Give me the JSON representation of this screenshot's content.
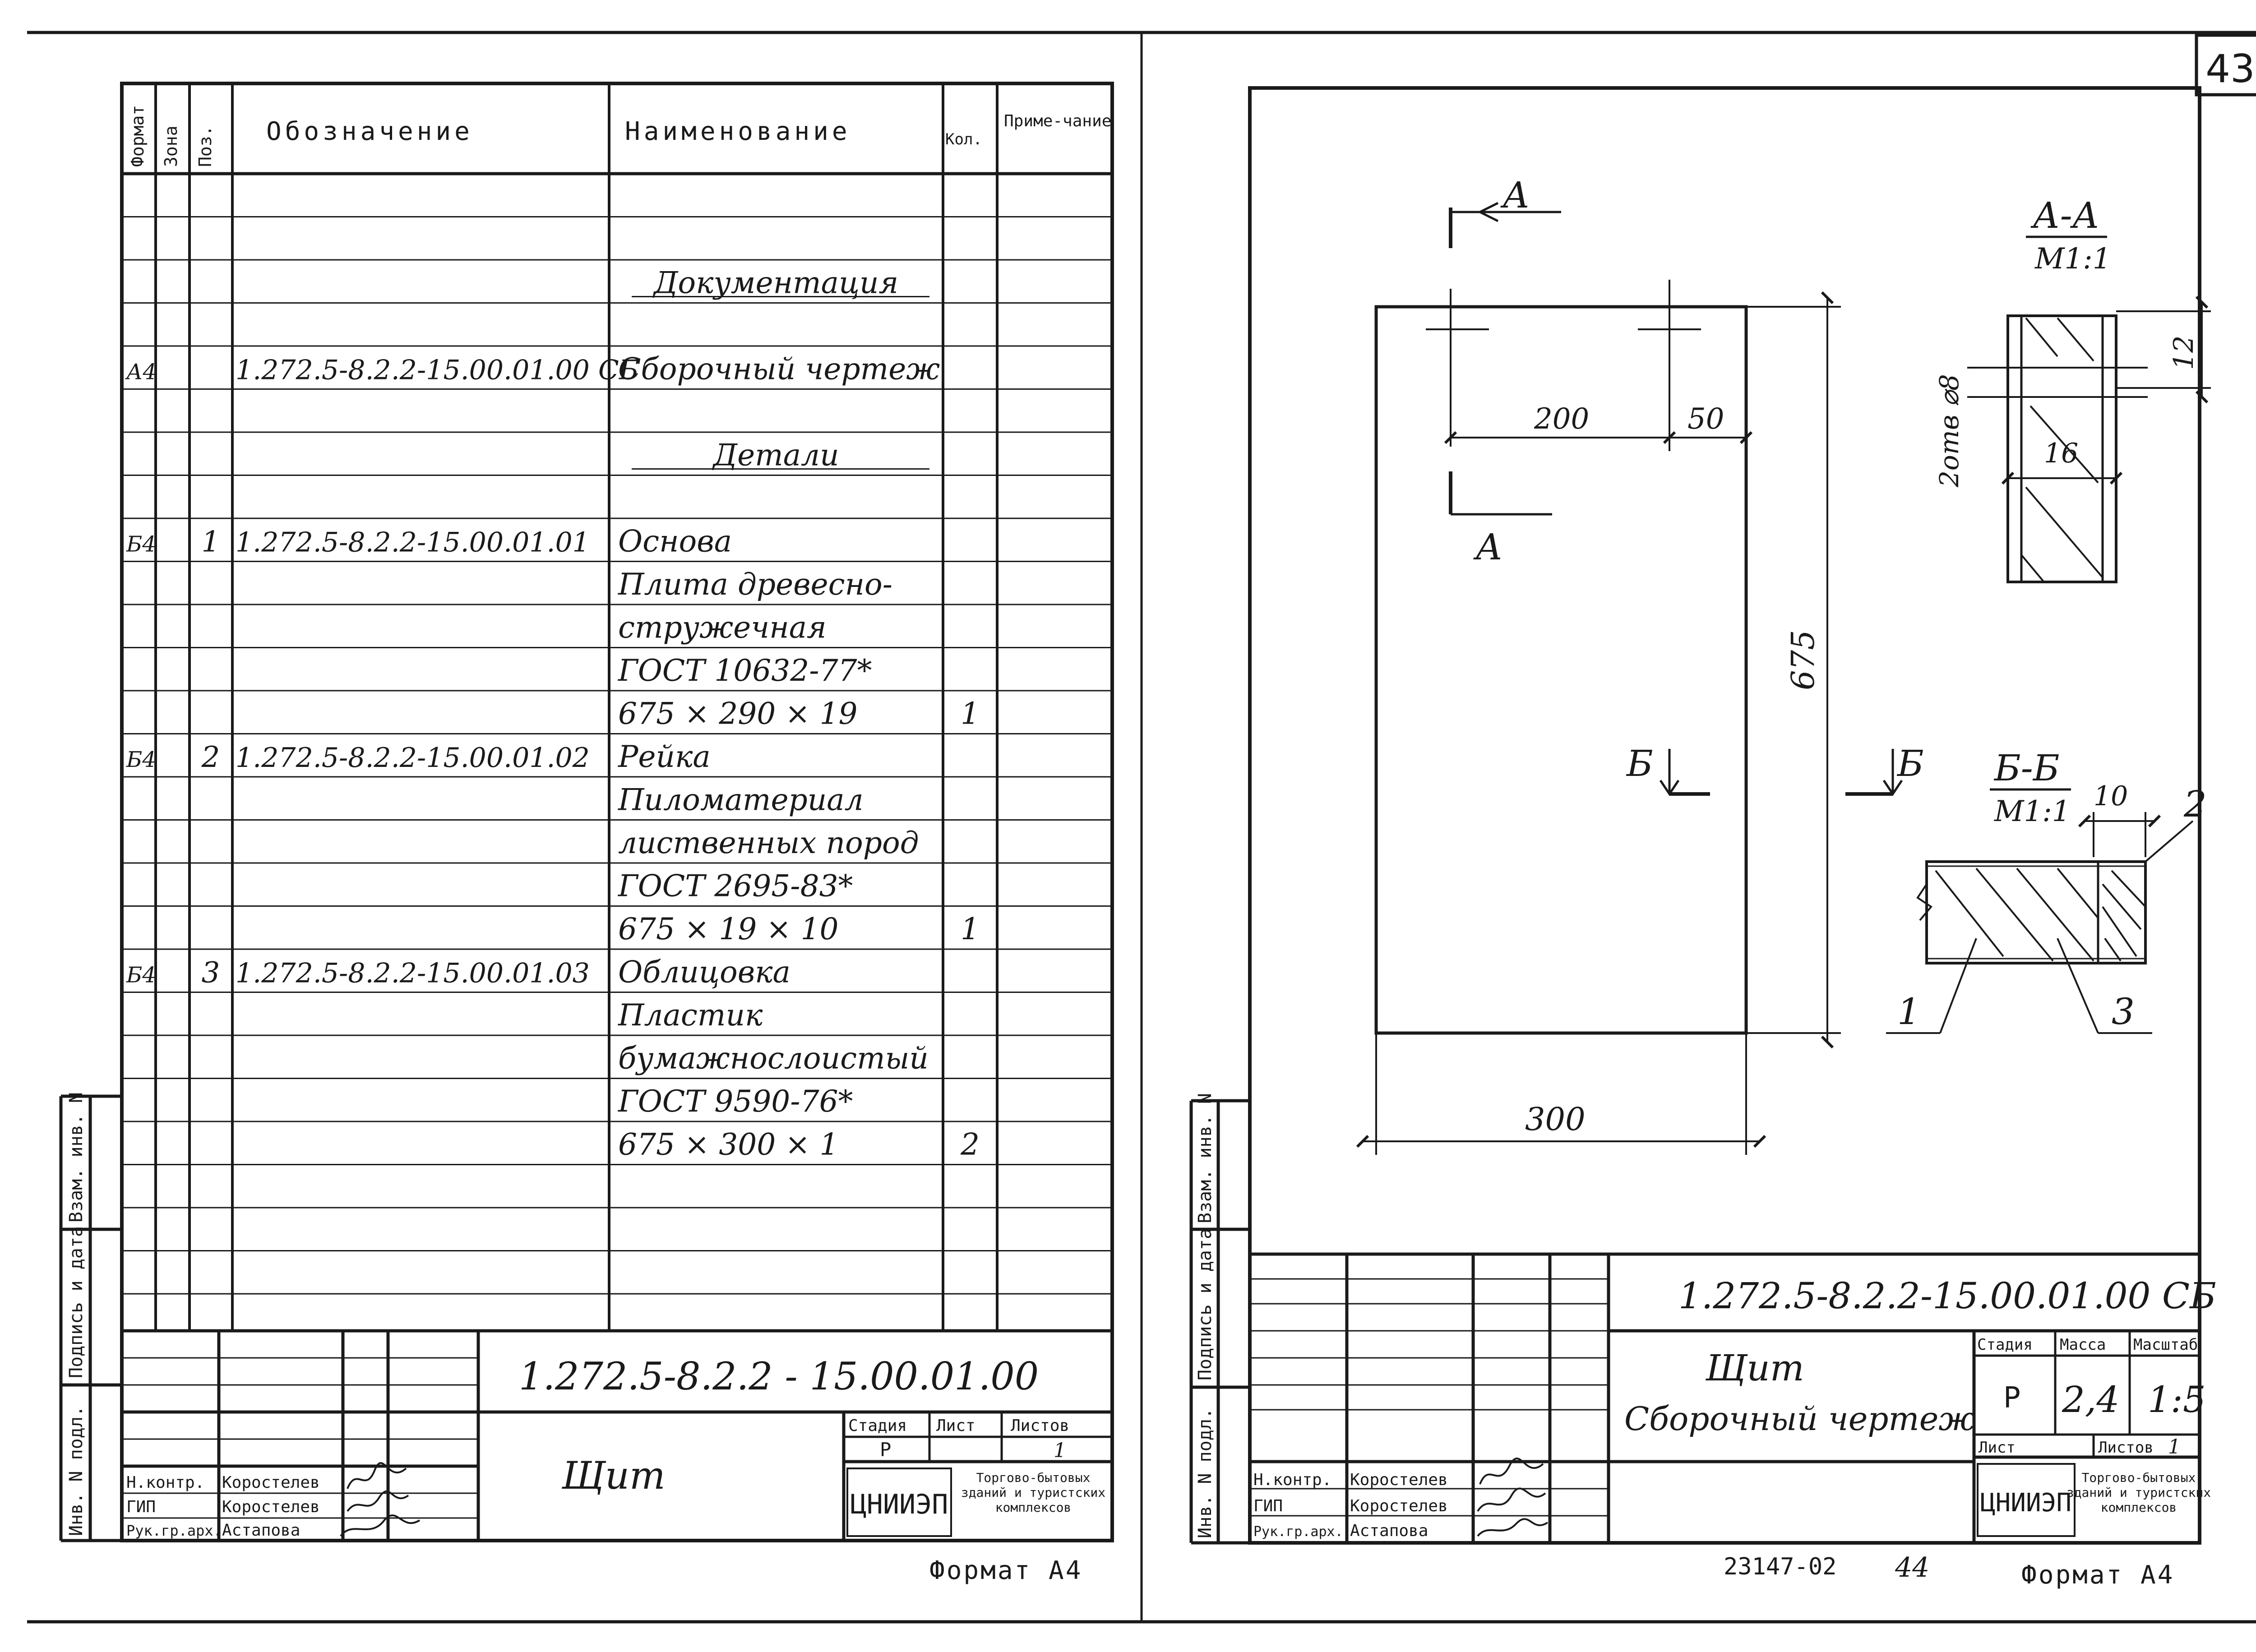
{
  "sheet_number": "43",
  "left_sheet": {
    "spec_headers": {
      "format": "Формат",
      "zone": "Зона",
      "position": "Поз.",
      "designation": "Обозначение",
      "name": "Наименование",
      "quantity": "Кол.",
      "note": "Приме-чание"
    },
    "rows": [
      {
        "format": "",
        "pos": "",
        "designation": "",
        "name": "",
        "qty": ""
      },
      {
        "format": "",
        "pos": "",
        "designation": "",
        "name": "",
        "qty": ""
      },
      {
        "format": "",
        "pos": "",
        "designation": "",
        "name": "Документация",
        "qty": ""
      },
      {
        "format": "",
        "pos": "",
        "designation": "",
        "name": "",
        "qty": ""
      },
      {
        "format": "А4",
        "pos": "",
        "designation": "1.272.5-8.2.2-15.00.01.00 СБ",
        "name": "Сборочный чертеж",
        "qty": ""
      },
      {
        "format": "",
        "pos": "",
        "designation": "",
        "name": "",
        "qty": ""
      },
      {
        "format": "",
        "pos": "",
        "designation": "",
        "name": "Детали",
        "qty": ""
      },
      {
        "format": "",
        "pos": "",
        "designation": "",
        "name": "",
        "qty": ""
      },
      {
        "format": "Б4",
        "pos": "1",
        "designation": "1.272.5-8.2.2-15.00.01.01",
        "name": "Основа",
        "qty": ""
      },
      {
        "format": "",
        "pos": "",
        "designation": "",
        "name": "Плита древесно-",
        "qty": ""
      },
      {
        "format": "",
        "pos": "",
        "designation": "",
        "name": "стружечная",
        "qty": ""
      },
      {
        "format": "",
        "pos": "",
        "designation": "",
        "name": "ГОСТ 10632-77*",
        "qty": ""
      },
      {
        "format": "",
        "pos": "",
        "designation": "",
        "name": "675 × 290 × 19",
        "qty": "1"
      },
      {
        "format": "Б4",
        "pos": "2",
        "designation": "1.272.5-8.2.2-15.00.01.02",
        "name": "Рейка",
        "qty": ""
      },
      {
        "format": "",
        "pos": "",
        "designation": "",
        "name": "Пиломатериал",
        "qty": ""
      },
      {
        "format": "",
        "pos": "",
        "designation": "",
        "name": "лиственных пород",
        "qty": ""
      },
      {
        "format": "",
        "pos": "",
        "designation": "",
        "name": "ГОСТ 2695-83*",
        "qty": ""
      },
      {
        "format": "",
        "pos": "",
        "designation": "",
        "name": "675 × 19 × 10",
        "qty": "1"
      },
      {
        "format": "Б4",
        "pos": "3",
        "designation": "1.272.5-8.2.2-15.00.01.03",
        "name": "Облицовка",
        "qty": ""
      },
      {
        "format": "",
        "pos": "",
        "designation": "",
        "name": "Пластик",
        "qty": ""
      },
      {
        "format": "",
        "pos": "",
        "designation": "",
        "name": "бумажнослоистый",
        "qty": ""
      },
      {
        "format": "",
        "pos": "",
        "designation": "",
        "name": "ГОСТ 9590-76*",
        "qty": ""
      },
      {
        "format": "",
        "pos": "",
        "designation": "",
        "name": "675 × 300 × 1",
        "qty": "2"
      },
      {
        "format": "",
        "pos": "",
        "designation": "",
        "name": "",
        "qty": ""
      },
      {
        "format": "",
        "pos": "",
        "designation": "",
        "name": "",
        "qty": ""
      },
      {
        "format": "",
        "pos": "",
        "designation": "",
        "name": "",
        "qty": ""
      }
    ],
    "side_labels": [
      "Инв. N подл.",
      "Подпись и дата",
      "Взам. инв. N"
    ],
    "title_block": {
      "document_code": "1.272.5-8.2.2 - 15.00.01.00",
      "title": "Щит",
      "stage_label": "Стадия",
      "sheet_label": "Лист",
      "sheets_label": "Листов",
      "stage": "Р",
      "sheets": "1",
      "roles": [
        "Н.контр.",
        "ГИП",
        "Рук.гр.арх."
      ],
      "names": [
        "Коростелев",
        "Коростелев",
        "Астапова"
      ],
      "org_logo": "ЦНИИЭП",
      "org_name": [
        "Торгово-бытовых",
        "зданий и туристских",
        "комплексов"
      ]
    },
    "format_label": "Формат А4"
  },
  "right_sheet": {
    "side_labels": [
      "Инв. N подл.",
      "Подпись и дата",
      "Взам. инв. N"
    ],
    "drawing": {
      "section_a_top": "А",
      "section_a_bottom": "А",
      "section_b_left": "Б",
      "section_b_right": "Б",
      "dim_200": "200",
      "dim_50": "50",
      "dim_675": "675",
      "dim_300": "300",
      "aa_title": "А-А",
      "aa_scale": "М1:1",
      "aa_dim_12": "12",
      "aa_dim_16": "16",
      "aa_holes": "2отв ⌀8",
      "bb_title": "Б-Б",
      "bb_scale": "М1:1",
      "bb_dim_10": "10",
      "callout_1": "1",
      "callout_2": "2",
      "callout_3": "3"
    },
    "title_block": {
      "document_code": "1.272.5-8.2.2-15.00.01.00 СБ",
      "title_line1": "Щит",
      "title_line2": "Сборочный чертеж",
      "stage_label": "Стадия",
      "mass_label": "Масса",
      "scale_label": "Масштаб",
      "stage": "Р",
      "mass": "2,4",
      "scale": "1:5",
      "sheet_label": "Лист",
      "sheets_label": "Листов",
      "sheets": "1",
      "roles": [
        "Н.контр.",
        "ГИП",
        "Рук.гр.арх."
      ],
      "names": [
        "Коростелев",
        "Коростелев",
        "Астапова"
      ],
      "org_logo": "ЦНИИЭП",
      "org_name": [
        "Торгово-бытовых",
        "зданий и туристских",
        "комплексов"
      ]
    },
    "bottom_code": "23147-02",
    "bottom_page": "44",
    "format_label": "Формат А4"
  }
}
